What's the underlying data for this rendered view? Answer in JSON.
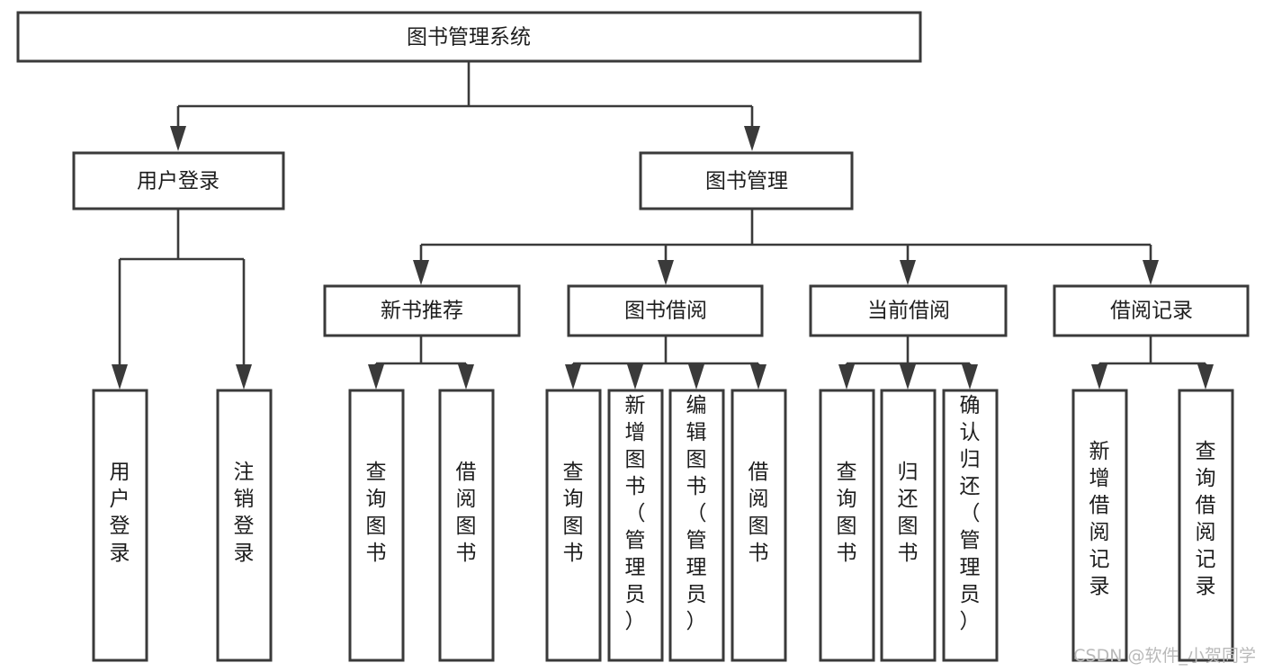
{
  "diagram": {
    "title": "图书管理系统",
    "type": "tree-hierarchy",
    "watermark": "CSDN @软件_小贺同学",
    "colors": {
      "box_stroke": "#3a3a3a",
      "box_fill": "#ffffff",
      "connector": "#3a3a3a",
      "text": "#1d1d1d",
      "watermark": "#b9b9b9",
      "background": "#ffffff"
    },
    "root": {
      "label": "图书管理系统"
    },
    "level2": [
      {
        "label": "用户登录"
      },
      {
        "label": "图书管理"
      }
    ],
    "level3": [
      {
        "label": "新书推荐"
      },
      {
        "label": "图书借阅"
      },
      {
        "label": "当前借阅"
      },
      {
        "label": "借阅记录"
      }
    ],
    "leaves": {
      "user_login": [
        {
          "label": "用户登录"
        },
        {
          "label": "注销登录"
        }
      ],
      "new_book_recommend": [
        {
          "label": "查询图书"
        },
        {
          "label": "借阅图书"
        }
      ],
      "book_borrow": [
        {
          "label": "查询图书"
        },
        {
          "label": "新增图书（管理员）"
        },
        {
          "label": "编辑图书（管理员）"
        },
        {
          "label": "借阅图书"
        }
      ],
      "current_borrow": [
        {
          "label": "查询图书"
        },
        {
          "label": "归还图书"
        },
        {
          "label": "确认归还（管理员）"
        }
      ],
      "borrow_record": [
        {
          "label": "新增借阅记录"
        },
        {
          "label": "查询借阅记录"
        }
      ]
    }
  }
}
